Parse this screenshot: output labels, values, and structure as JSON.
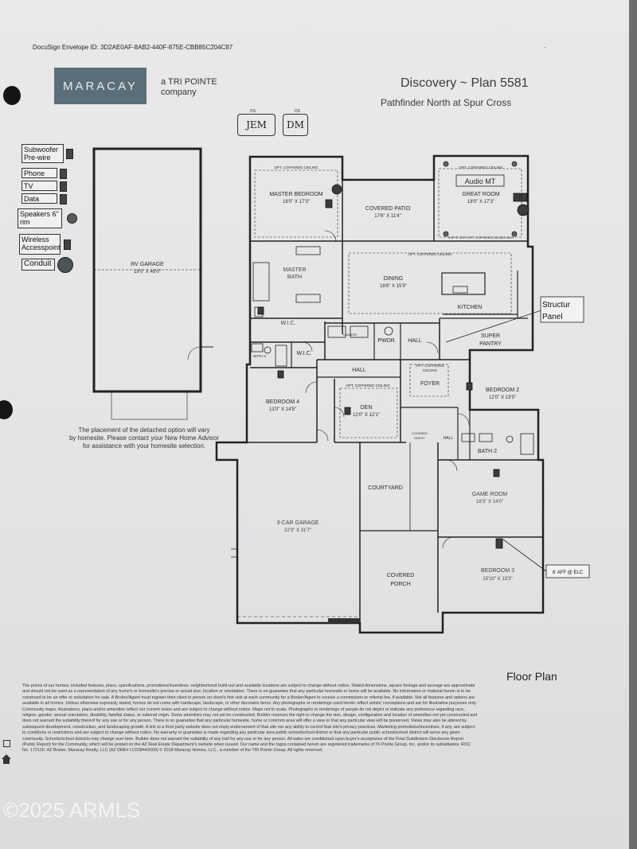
{
  "envelope_id": "DocuSign Envelope ID: 3D2AE0AF-8AB2-440F-875E-CBB85C204C87",
  "builder": {
    "logo_text": "MARACAY",
    "sub_line1": "a TRI POINTE",
    "sub_line2": "company"
  },
  "plan": {
    "title": "Discovery ~ Plan 5581",
    "community": "Pathfinder North at Spur Cross"
  },
  "initials": {
    "left_tag": "DS",
    "left_text": "JEM",
    "right_tag": "DS",
    "right_text": "DM"
  },
  "legend": [
    {
      "label": "Subwoofer Pre-wire",
      "symbol": "square-icon"
    },
    {
      "label": "Phone",
      "symbol": "square-icon"
    },
    {
      "label": "TV",
      "symbol": "square-icon"
    },
    {
      "label": "Data",
      "symbol": "square-icon"
    },
    {
      "label": "Speakers 6\" rim",
      "symbol": "circle-icon"
    },
    {
      "label": "Wireless Accesspoint",
      "symbol": "square-icon"
    },
    {
      "label": "Conduit",
      "symbol": "octagon-icon"
    }
  ],
  "rooms": {
    "rv_garage": {
      "name": "RV GARAGE",
      "dims": "19'0\" X 49'0\""
    },
    "master_bedroom": {
      "name": "MASTER BEDROOM",
      "dims": "18'0\" X 17'3\""
    },
    "covered_patio": {
      "name": "COVERED PATIO",
      "dims": "17'6\" X 11'4\""
    },
    "great_room": {
      "name": "GREAT ROOM",
      "dims": "18'0\" X 17'3\""
    },
    "master_bath": {
      "name_line1": "MASTER",
      "name_line2": "BATH"
    },
    "dining": {
      "name": "DINING",
      "dims": "18'6\" X 15'9\""
    },
    "kitchen": {
      "name": "KITCHEN"
    },
    "wic1": {
      "name": "W.I.C."
    },
    "wic2": {
      "name": "W.I.C."
    },
    "bath3": {
      "name": "BATH 3"
    },
    "laundry": {
      "name": "LAUNDRY"
    },
    "pwdr": {
      "name": "PWDR."
    },
    "hall1": {
      "name": "HALL"
    },
    "super_pantry": {
      "name_line1": "SUPER",
      "name_line2": "PANTRY"
    },
    "hall2": {
      "name": "HALL"
    },
    "foyer": {
      "name": "FOYER"
    },
    "bedroom2": {
      "name": "BEDROOM 2",
      "dims": "12'0\" X 13'5\""
    },
    "bedroom4": {
      "name": "BEDROOM 4",
      "dims": "13'0\" X 14'5\""
    },
    "den": {
      "name": "DEN",
      "dims": "12'0\" X 12'1\""
    },
    "covered_entry": {
      "name_line1": "COVERED",
      "name_line2": "ENTRY"
    },
    "hall3": {
      "name": "HALL"
    },
    "bath2": {
      "name": "BATH 2"
    },
    "courtyard": {
      "name": "COURTYARD"
    },
    "game_room": {
      "name": "GAME ROOM",
      "dims": "18'3\" X 14'0\""
    },
    "garage3": {
      "name": "3-CAR GARAGE",
      "dims": "22'3\" X 31'7\""
    },
    "covered_porch": {
      "name_line1": "COVERED",
      "name_line2": "PORCH"
    },
    "bedroom3": {
      "name": "BEDROOM 3",
      "dims": "15'10\" X 13'3\""
    }
  },
  "ceiling_notes": {
    "master": "OPT. COFFERED CEILING",
    "great": "OPT. COFFERED CEILING",
    "great_soffit": "SOFFIT WITH OPT. COFFERED CEILING ONLY",
    "dining": "OPT. COFFERED CEILING",
    "den": "OPT. COFFERED CEILING",
    "foyer_line1": "OPT. COFFERED",
    "foyer_line2": "CEILING"
  },
  "annotations": {
    "audio": "Audio MT",
    "structure_line1": "Structur",
    "structure_line2": "Panel",
    "aff": "6' AFF @ ELC"
  },
  "rv_note": {
    "line1": "The placement of the detached option will vary",
    "line2": "by homesite. Please contact your New Home Advisor",
    "line3": "for assistance with your homesite selection."
  },
  "floor_plan_label": "Floor Plan",
  "disclaimer": [
    "The prices of our homes, included features, plans, specifications, promotions/incentives, neighborhood build-out and available locations are subject to change without notice. Stated dimensions, square footage and acreage are approximate",
    "and should not be used as a representation of any home's or homesite's precise or actual size, location or orientation. There is no guarantee that any particular homesite or home will be available. No information or material herein is to be",
    "construed to be an offer or solicitation for sale. A Broker/Agent must register their client in person on client's first visit at each community for a Broker/Agent to receive a commission or referral fee, if available. Not all features and options are",
    "available in all homes. Unless otherwise expressly stated, homes do not come with hardscape, landscape, or other decorator items. Any photographs or renderings used herein reflect artists' conceptions and are for illustrative purposes only.",
    "Community maps, illustrations, plans and/or amenities reflect our current vision and are subject to change without notice. Maps not to scale. Photographs or renderings of people do not depict or indicate any preference regarding race,",
    "religion, gender, sexual orientation, disability, familial status, or national origin. Some amenities may not yet be constructed. Builder reserves the right to change the size, design, configuration and location of amenities not yet constructed and",
    "does not warrant the suitability thereof for any use or for any person. There is no guarantee that any particular homesite, home or common area will offer a view or that any particular view will be preserved. Views may also be altered by",
    "subsequent development, construction, and landscaping growth. A link to a third party website does not imply endorsement of that site nor any ability to control that site's privacy practices. Marketing promotions/incentives, if any, are subject",
    "to conditions or restrictions and are subject to change without notice. No warranty or guarantee is made regarding any particular area public school/school district or that any particular public school/school district will serve any given",
    "community. Schools/school districts may change over time. Builder does not warrant the suitability of any trail for any use or for any person. All sales are conditioned upon buyer's acceptance of the Final Subdivision Disclosure Report",
    "(Public Report) for the Community, which will be posted on the AZ Real Estate Department's website when issued. Our name and the logos contained herein are registered trademarks of Tri Pointe Group, Inc. and/or its subsidiaries. ROC",
    "No. 172120. AZ Broker, Maracay Realty, LLC (AZ DRE# LC638443000) © 2018 Maracay Homes, LLC., a member of the TRI Pointe Group. All rights reserved."
  ],
  "watermark": "©2025 ARMLS"
}
